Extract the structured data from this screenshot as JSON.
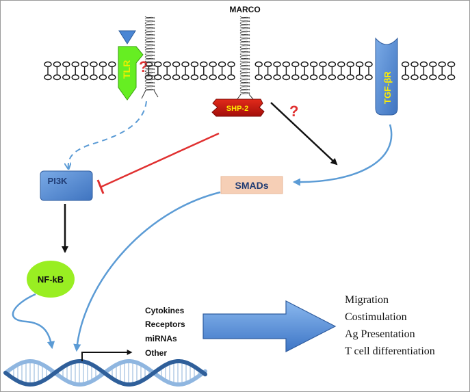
{
  "membrane": {
    "tlr_label": "TLR",
    "marco_label": "MARCO",
    "tgf_label": "TGF-βR",
    "unknown_mark": "?"
  },
  "signaling": {
    "shp2_label": "SHP-2",
    "pi3k_label": "PI3K",
    "smads_label": "SMADs",
    "nfkb_label": "NF-kB",
    "unknown_mark": "?"
  },
  "outputs": [
    "Cytokines",
    "Receptors",
    "miRNAs",
    "Other"
  ],
  "effects": [
    "Migration",
    "Costimulation",
    "Ag Presentation",
    "T cell differentiation"
  ],
  "colors": {
    "tlr_green": "#66ee22",
    "tlr_label": "#e8f000",
    "shp2_red": "#cc1111",
    "shp2_label": "#ffee00",
    "box_blue": "#5b8fd6",
    "smads_fill": "#f6cfb6",
    "nfkb_green": "#99ee22",
    "arrow_blue": "#5b9bd5",
    "inhibit_red": "#e03030",
    "question_red": "#e03030",
    "label_navy": "#1f3b73"
  }
}
